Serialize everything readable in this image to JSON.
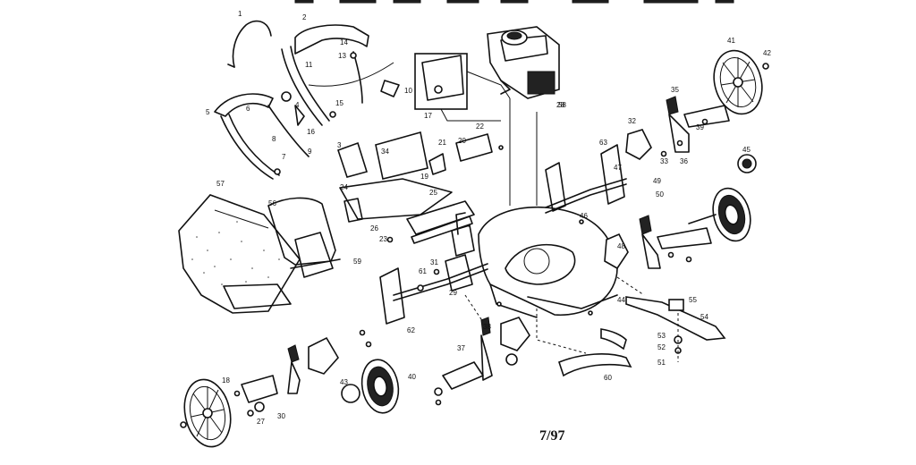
{
  "diagram": {
    "date_code": "7/97",
    "part_numbers": [
      "1",
      "2",
      "3",
      "4",
      "5",
      "6",
      "7",
      "8",
      "9",
      "10",
      "11",
      "13",
      "14",
      "15",
      "16",
      "17",
      "18",
      "19",
      "20",
      "21",
      "22",
      "23",
      "24",
      "25",
      "26",
      "27",
      "28",
      "29",
      "30",
      "31",
      "32",
      "33",
      "34",
      "35",
      "36",
      "37",
      "38",
      "39",
      "40",
      "41",
      "42",
      "43",
      "44",
      "45",
      "46",
      "47",
      "48",
      "49",
      "50",
      "51",
      "52",
      "53",
      "54",
      "55",
      "56",
      "57",
      "58",
      "59",
      "60",
      "61",
      "62",
      "63"
    ]
  }
}
